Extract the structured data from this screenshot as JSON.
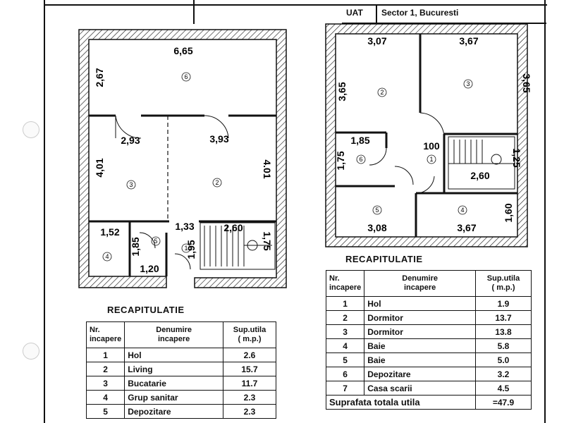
{
  "header": {
    "uat_label": "UAT",
    "uat_value": "Sector 1, Bucuresti"
  },
  "plan_left": {
    "dims": [
      "6,65",
      "2,67",
      "2,93",
      "3,93",
      "4,01",
      "4.01",
      "1,52",
      "1,33",
      "2,60",
      "1,85",
      "1,95",
      "1,75",
      "1,20"
    ],
    "rooms": [
      "6",
      "3",
      "2",
      "5",
      "1",
      "4"
    ]
  },
  "plan_right": {
    "dims": [
      "3,07",
      "3,67",
      "3,65",
      "3,65",
      "1,85",
      "1,75",
      "100",
      "1,25",
      "2,60",
      "3,08",
      "3,67",
      "1,60"
    ],
    "rooms": [
      "2",
      "3",
      "6",
      "1",
      "5",
      "4"
    ]
  },
  "recap_left": {
    "title": "RECAPITULATIE",
    "headers": {
      "nr": "Nr.",
      "nr2": "incapere",
      "den": "Denumire",
      "den2": "incapere",
      "sup": "Sup.utila",
      "sup2": "( m.p.)"
    },
    "rows": [
      {
        "nr": "1",
        "name": "Hol",
        "area": "2.6"
      },
      {
        "nr": "2",
        "name": "Living",
        "area": "15.7"
      },
      {
        "nr": "3",
        "name": "Bucatarie",
        "area": "11.7"
      },
      {
        "nr": "4",
        "name": "Grup sanitar",
        "area": "2.3"
      },
      {
        "nr": "5",
        "name": "Depozitare",
        "area": "2.3"
      }
    ]
  },
  "recap_right": {
    "title": "RECAPITULATIE",
    "headers": {
      "nr": "Nr.",
      "nr2": "incapere",
      "den": "Denumire",
      "den2": "incapere",
      "sup": "Sup.utila",
      "sup2": "( m.p.)"
    },
    "rows": [
      {
        "nr": "1",
        "name": "Hol",
        "area": "1.9"
      },
      {
        "nr": "2",
        "name": "Dormitor",
        "area": "13.7"
      },
      {
        "nr": "3",
        "name": "Dormitor",
        "area": "13.8"
      },
      {
        "nr": "4",
        "name": "Baie",
        "area": "5.8"
      },
      {
        "nr": "5",
        "name": "Baie",
        "area": "5.0"
      },
      {
        "nr": "6",
        "name": "Depozitare",
        "area": "3.2"
      },
      {
        "nr": "7",
        "name": "Casa scarii",
        "area": "4.5"
      }
    ],
    "total_label": "Suprafata totala utila",
    "total_value": "=47.9"
  }
}
